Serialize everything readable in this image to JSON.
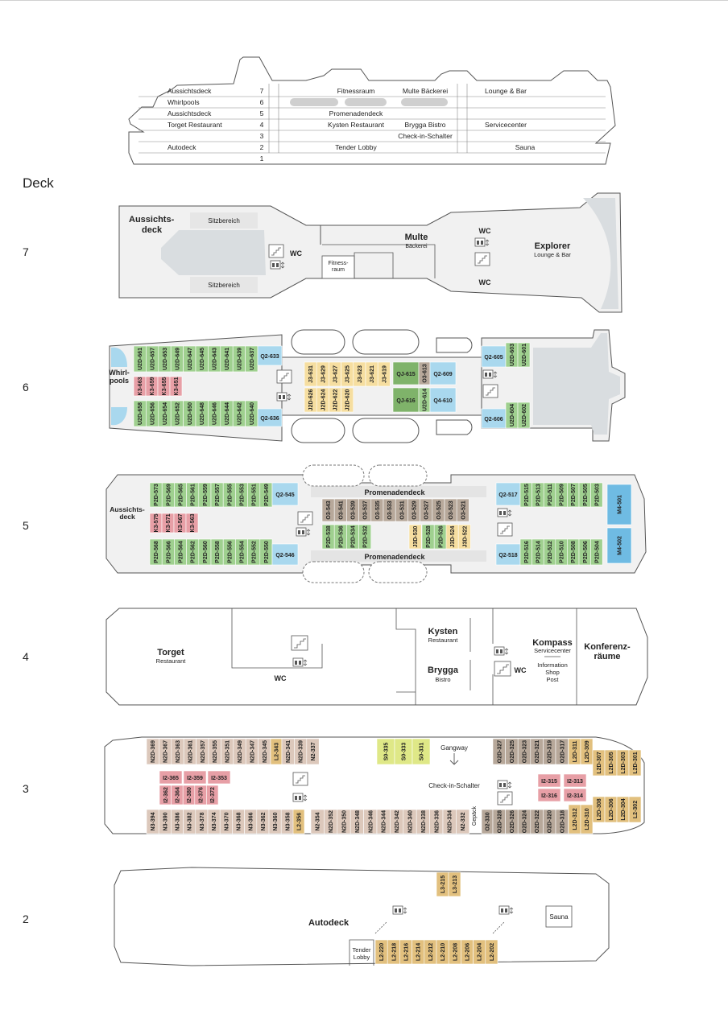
{
  "heading": "Deck",
  "colors": {
    "green": "#9fd08f",
    "dark_green": "#7fb36a",
    "blue": "#a9d8ee",
    "bright_blue": "#6fbbe3",
    "pink": "#e79fa6",
    "yellow": "#f6dea0",
    "taupe": "#b7a89a",
    "light_taupe": "#dcc8bb",
    "tan": "#e2c07e",
    "lime": "#dfe887",
    "hull": "#f1f1f1",
    "outline": "#555555"
  },
  "side_view": {
    "rows": [
      {
        "deck": "7",
        "left": "Aussichtsdeck",
        "mid_a": "Fitnessraum",
        "mid_b": "Multe Bäckerei",
        "right": "Lounge & Bar"
      },
      {
        "deck": "6",
        "left": "Whirlpools",
        "mid_a": "",
        "mid_b": "",
        "right": ""
      },
      {
        "deck": "5",
        "left": "Aussichtsdeck",
        "mid_a": "Promenadendeck",
        "mid_b": "",
        "right": ""
      },
      {
        "deck": "4",
        "left": "Torget Restaurant",
        "mid_a": "Kysten Restaurant",
        "mid_b": "Brygga Bistro",
        "right": "Servicecenter"
      },
      {
        "deck": "3",
        "left": "",
        "mid_a": "",
        "mid_b": "Check-in-Schalter",
        "right": ""
      },
      {
        "deck": "2",
        "left": "Autodeck",
        "mid_a": "Tender Lobby",
        "mid_b": "",
        "right": "Sauna"
      },
      {
        "deck": "1",
        "left": "",
        "mid_a": "",
        "mid_b": "",
        "right": ""
      }
    ]
  },
  "decks": [
    {
      "deck": "7",
      "labels": {
        "aussicht_a": "Aussichts-",
        "aussicht_b": "deck",
        "sitz_top": "Sitzbereich",
        "sitz_bottom": "Sitzbereich",
        "wc_left": "WC",
        "fitness_a": "Fitness-",
        "fitness_b": "raum",
        "multe": "Multe",
        "baeckerei": "Bäckerei",
        "wc_right_top": "WC",
        "wc_right_bottom": "WC",
        "explorer": "Explorer",
        "lounge": "Lounge & Bar"
      }
    },
    {
      "deck": "6",
      "labels": {
        "whirl_a": "Whirl-",
        "whirl_b": "pools"
      },
      "cabins": {
        "fwd_top": [
          "U2D-661",
          "U2D-657",
          "U2D-653",
          "U2D-649",
          "U2D-647",
          "U2D-645",
          "U2D-643",
          "U2D-641",
          "U2D-639",
          "U2D-637"
        ],
        "fwd_bottom": [
          "U2D-658",
          "U2D-656",
          "U2D-654",
          "U2D-652",
          "U2D-650",
          "U2D-648",
          "U2D-646",
          "U2D-644",
          "U2D-642",
          "U2D-640"
        ],
        "fwd_pink": [
          "K3-663",
          "K3-659",
          "K3-655",
          "K3-651"
        ],
        "suite_top": "Q2-633",
        "suite_bottom": "Q2-636",
        "mid_top": [
          "J3-631",
          "J3-629",
          "J3-627",
          "J3-625",
          "J3-623",
          "J3-621",
          "J3-619"
        ],
        "mid_bottom": [
          "J2D-626",
          "J2D-624",
          "J2D-622",
          "J2D-620"
        ],
        "qj_top": "QJ-615",
        "qj_bottom": "QJ-616",
        "taupe_top": "O3-613",
        "green_mid_bottom": "U2D-614",
        "q_top": "Q2-609",
        "q_bottom": "Q4-610",
        "aft_top_blue": "Q2-605",
        "aft_top_green": [
          "U2D-603",
          "U2D-601"
        ],
        "aft_bottom_blue": "Q2-606",
        "aft_bottom_green": [
          "U2D-604",
          "U2D-602"
        ]
      }
    },
    {
      "deck": "5",
      "labels": {
        "aussicht_a": "Aussichts-",
        "aussicht_b": "deck",
        "prom_top": "Promenadendeck",
        "prom_bottom": "Promenadendeck"
      },
      "cabins": {
        "fwd_top": [
          "P2D-573",
          "P2D-569",
          "P2D-565",
          "P2D-561",
          "P2D-559",
          "P2D-557",
          "P2D-555",
          "P2D-553",
          "P2D-551",
          "P2D-549"
        ],
        "fwd_bottom": [
          "P2D-568",
          "P2D-566",
          "P2D-564",
          "P2D-562",
          "P2D-560",
          "P2D-558",
          "P2D-556",
          "P2D-554",
          "P2D-552",
          "P2D-550"
        ],
        "fwd_pink": [
          "K3-575",
          "K3-571",
          "K3-567",
          "K3-563"
        ],
        "suite_top": "Q2-545",
        "suite_bottom": "Q2-546",
        "mid_taupe": [
          "O3-543",
          "O3-541",
          "O3-539",
          "O3-537",
          "O3-535",
          "O3-533",
          "O3-531",
          "O3-529",
          "O3-527",
          "O3-525",
          "O3-523",
          "O3-521"
        ],
        "mid_green": [
          "P2D-538",
          "P2D-536",
          "P2D-534",
          "P2D-532"
        ],
        "mid_yellow": [
          "J3D-530"
        ],
        "mid_green_b": [
          "P2D-528",
          "P2D-526"
        ],
        "mid_yellow_b": [
          "J3D-524",
          "J3D-522"
        ],
        "aft_top_blue": "Q2-517",
        "aft_top_green": [
          "P2D-515",
          "P2D-513",
          "P2D-511",
          "P2D-509",
          "P2D-507",
          "P2D-505",
          "P2D-503"
        ],
        "aft_bottom_blue": "Q2-518",
        "aft_bottom_green": [
          "P2D-516",
          "P2D-514",
          "P2D-512",
          "P2D-510",
          "P2D-508",
          "P2D-506",
          "P2D-504"
        ],
        "m4_top": "M4-501",
        "m4_bottom": "M4-502"
      }
    },
    {
      "deck": "4",
      "labels": {
        "torget": "Torget",
        "torget_sub": "Restaurant",
        "wc": "WC",
        "kysten": "Kysten",
        "kysten_sub": "Restaurant",
        "brygga": "Brygga",
        "brygga_sub": "Bistro",
        "wc_right": "WC",
        "kompass": "Kompass",
        "kompass_sub": "Servicecenter",
        "info": "Information",
        "shop": "Shop",
        "post": "Post",
        "konf_a": "Konferenz-",
        "konf_b": "räume"
      }
    },
    {
      "deck": "3",
      "labels": {
        "gangway": "Gangway",
        "checkin": "Check-in-Schalter",
        "gepaeck": "Gepäck"
      },
      "cabins": {
        "fwd_top": [
          "N2D-369",
          "N2D-367",
          "N2D-363",
          "N2D-361",
          "N2D-357",
          "N2D-355",
          "N2D-351",
          "N2D-349",
          "N2D-347",
          "N2D-345"
        ],
        "fwd_top_tan": "L2-343",
        "fwd_top_b": [
          "N2D-341",
          "N2D-339",
          "N2-337"
        ],
        "inner_pink_top": [
          "I2-365",
          "I2-359",
          "I2-353"
        ],
        "inner_pink_bottom": [
          "I2-362",
          "I2-364",
          "I2-380",
          "I2-376",
          "I2-372"
        ],
        "fwd_bottom": [
          "N3-394",
          "N3-390",
          "N3-386",
          "N3-382",
          "N3-378",
          "N3-374",
          "N3-370",
          "N3-368",
          "N3-366",
          "N3-362",
          "N3-360",
          "N3-358"
        ],
        "fwd_bottom_tan": "L2-356",
        "mid_bottom": [
          "N2-354",
          "N2D-352",
          "N2D-350",
          "N2D-348",
          "N2D-346",
          "N2D-344",
          "N2D-342",
          "N2D-340",
          "N2D-338",
          "N2D-336",
          "N2D-334",
          "N2-332"
        ],
        "lime": [
          "S0-335",
          "S0-333",
          "S0-331"
        ],
        "gepaeck_taupe": "O2-330",
        "aft_top_taupe": [
          "O2D-327",
          "O2D-325",
          "O2D-323",
          "O2D-321",
          "O2D-319",
          "O2D-317"
        ],
        "aft_top_tan": [
          "L2D-311",
          "L2D-309"
        ],
        "aft_bottom_taupe": [
          "O2D-328",
          "O2D-326",
          "O2D-324",
          "O2D-322",
          "O2D-320",
          "O2D-318"
        ],
        "aft_bottom_tan": [
          "L2D-312",
          "L2D-310"
        ],
        "pink_aft": [
          "I2-315",
          "I2-313",
          "I2-316",
          "I2-314"
        ],
        "tan_aft": [
          "L2D-307",
          "L2D-305",
          "L2D-303",
          "L2D-301",
          "L2D-308",
          "L2D-306",
          "L2D-304",
          "L2-302"
        ]
      }
    },
    {
      "deck": "2",
      "labels": {
        "autodeck": "Autodeck",
        "tender_a": "Tender",
        "tender_b": "Lobby",
        "sauna": "Sauna"
      },
      "cabins": {
        "upper": [
          "L3-215",
          "L3-213"
        ],
        "lower": [
          "L2-220",
          "L2-218",
          "L2-216",
          "L2-214",
          "L2-212",
          "L2-210",
          "L2-208",
          "L2-206",
          "L2-204",
          "L2-202"
        ]
      }
    }
  ]
}
